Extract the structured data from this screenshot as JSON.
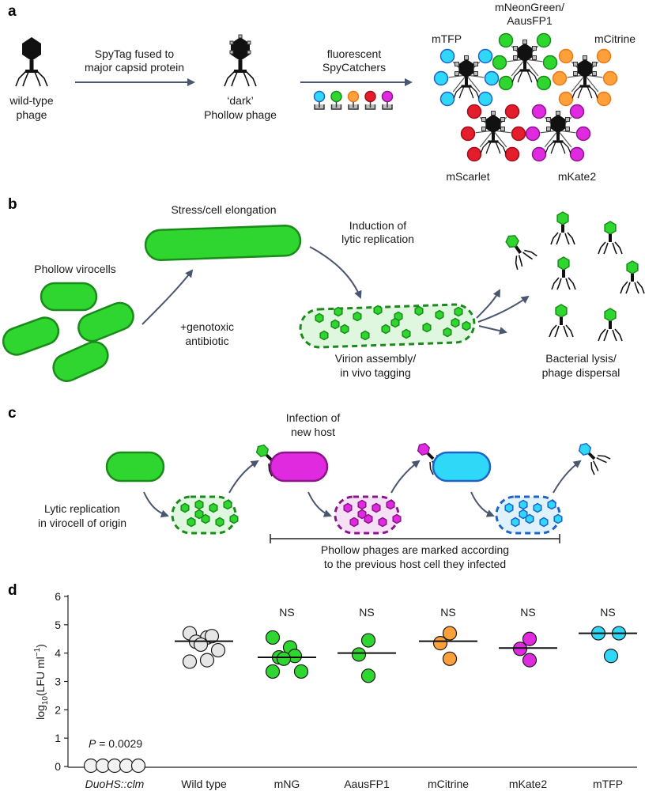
{
  "colors": {
    "green": "#2fd62f",
    "green_dark": "#1a8a1a",
    "green_light": "#dff7df",
    "magenta": "#e02ae0",
    "magenta_dark": "#8a168a",
    "magenta_light": "#f6e0f6",
    "cyan": "#30d8f8",
    "cyan_dark": "#1f62c9",
    "cyan_light": "#dff2fb",
    "orange": "#ffa03a",
    "orange_dark": "#e8781a",
    "red": "#e41c2c",
    "red_dark": "#a10e18",
    "grey_fill": "#e6e6e6",
    "arrow": "#4a5670"
  },
  "panel_a": {
    "label": "a",
    "wildtype": [
      "wild-type",
      "phage"
    ],
    "step1": [
      "SpyTag fused to",
      "major capsid protein"
    ],
    "dark": [
      "‘dark’",
      "Phollow phage"
    ],
    "step2": [
      "fluorescent",
      "SpyCatchers"
    ],
    "fp_names": {
      "mtfp": "mTFP",
      "mneon": [
        "mNeonGreen/",
        "AausFP1"
      ],
      "mcitrine": "mCitrine",
      "mscarlet": "mScarlet",
      "mkate": "mKate2"
    }
  },
  "panel_b": {
    "label": "b",
    "virocells": "Phollow virocells",
    "stress": "Stress/cell elongation",
    "antibiotic": [
      "+genotoxic",
      "antibiotic"
    ],
    "induction": [
      "Induction of",
      "lytic replication"
    ],
    "assembly": [
      "Virion assembly/",
      "in vivo tagging"
    ],
    "lysis": [
      "Bacterial lysis/",
      "phage dispersal"
    ]
  },
  "panel_c": {
    "label": "c",
    "infection": [
      "Infection of",
      "new host"
    ],
    "lytic": [
      "Lytic replication",
      "in virocell of origin"
    ],
    "marked": [
      "Phollow phages are marked according",
      "to the previous host cell they infected"
    ]
  },
  "panel_d": {
    "label": "d",
    "pvalue_prefix": "P",
    "pvalue_rest": " = 0.0029"
  },
  "chart_data": {
    "type": "scatter",
    "ylabel": "log10(LFU ml−1)",
    "ylim": [
      0,
      6
    ],
    "yticks": [
      0,
      1,
      2,
      3,
      4,
      5,
      6
    ],
    "categories": [
      "DuoHS::clm",
      "Wild type",
      "mNG",
      "AausFP1",
      "mCitrine",
      "mKate2",
      "mTFP"
    ],
    "groups": [
      {
        "name": "DuoHS::clm",
        "color": "#f2f2f2",
        "values": [
          0,
          0,
          0,
          0,
          0
        ],
        "median": null,
        "annotation": "P = 0.0029"
      },
      {
        "name": "Wild type",
        "color": "#e6e6e6",
        "values": [
          4.7,
          4.55,
          4.6,
          4.4,
          4.3,
          4.1,
          3.7,
          3.75
        ],
        "median": 4.42,
        "annotation": ""
      },
      {
        "name": "mNG",
        "color": "#2fd62f",
        "values": [
          4.55,
          4.2,
          3.9,
          3.85,
          3.8,
          3.35,
          3.35
        ],
        "median": 3.85,
        "annotation": "NS"
      },
      {
        "name": "AausFP1",
        "color": "#2fd62f",
        "values": [
          4.45,
          3.95,
          3.2
        ],
        "median": 4.0,
        "annotation": "NS"
      },
      {
        "name": "mCitrine",
        "color": "#ffa03a",
        "values": [
          4.7,
          4.35,
          3.8
        ],
        "median": 4.42,
        "annotation": "NS"
      },
      {
        "name": "mKate2",
        "color": "#e02ae0",
        "values": [
          4.5,
          4.15,
          3.75
        ],
        "median": 4.18,
        "annotation": "NS"
      },
      {
        "name": "mTFP",
        "color": "#30d8f8",
        "values": [
          4.7,
          4.7,
          3.9
        ],
        "median": 4.7,
        "annotation": "NS"
      }
    ]
  }
}
